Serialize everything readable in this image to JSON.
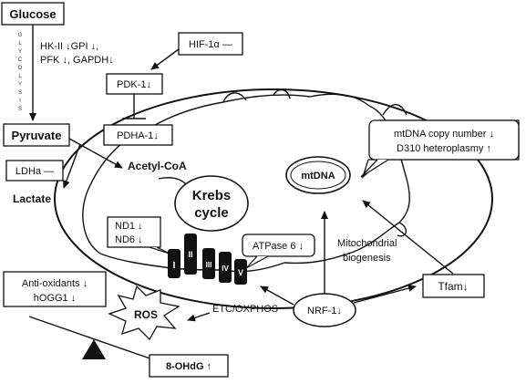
{
  "glucose": "Glucose",
  "glycolysis_letters": [
    "G",
    "L",
    "Y",
    "C",
    "O",
    "L",
    "Y",
    "S",
    "I",
    "S"
  ],
  "glycolysis_enzymes": [
    "HK-II ↓GPI ↓,",
    "PFK ↓, GAPDH↓"
  ],
  "hif": "HIF-1α —",
  "pdk": "PDK-1↓",
  "pyruvate": "Pyruvate",
  "pdha": "PDHA-1↓",
  "ldha": "LDHa —",
  "lactate": "Lactate",
  "acetyl_coa": "Acetyl-CoA",
  "krebs": [
    "Krebs",
    "cycle"
  ],
  "mtdna": "mtDNA",
  "mtdna_note": [
    "mtDNA copy number ↓",
    "D310 heteroplasmy ↑"
  ],
  "nd_labels": [
    "ND1 ↓",
    "ND6 ↓"
  ],
  "complexes": [
    "I",
    "II",
    "III",
    "IV",
    "V"
  ],
  "atpase": "ATPase 6 ↓",
  "mito_biogenesis": [
    "Mitochondrial",
    "biogenesis"
  ],
  "antioxidants": [
    "Anti-oxidants ↓",
    "hOGG1 ↓"
  ],
  "ros": "ROS",
  "etc": "ETC/OXPHOS",
  "nrf": "NRF-1↓",
  "tfam": "Tfam↓",
  "ohdg": "8-OHdG ↑"
}
